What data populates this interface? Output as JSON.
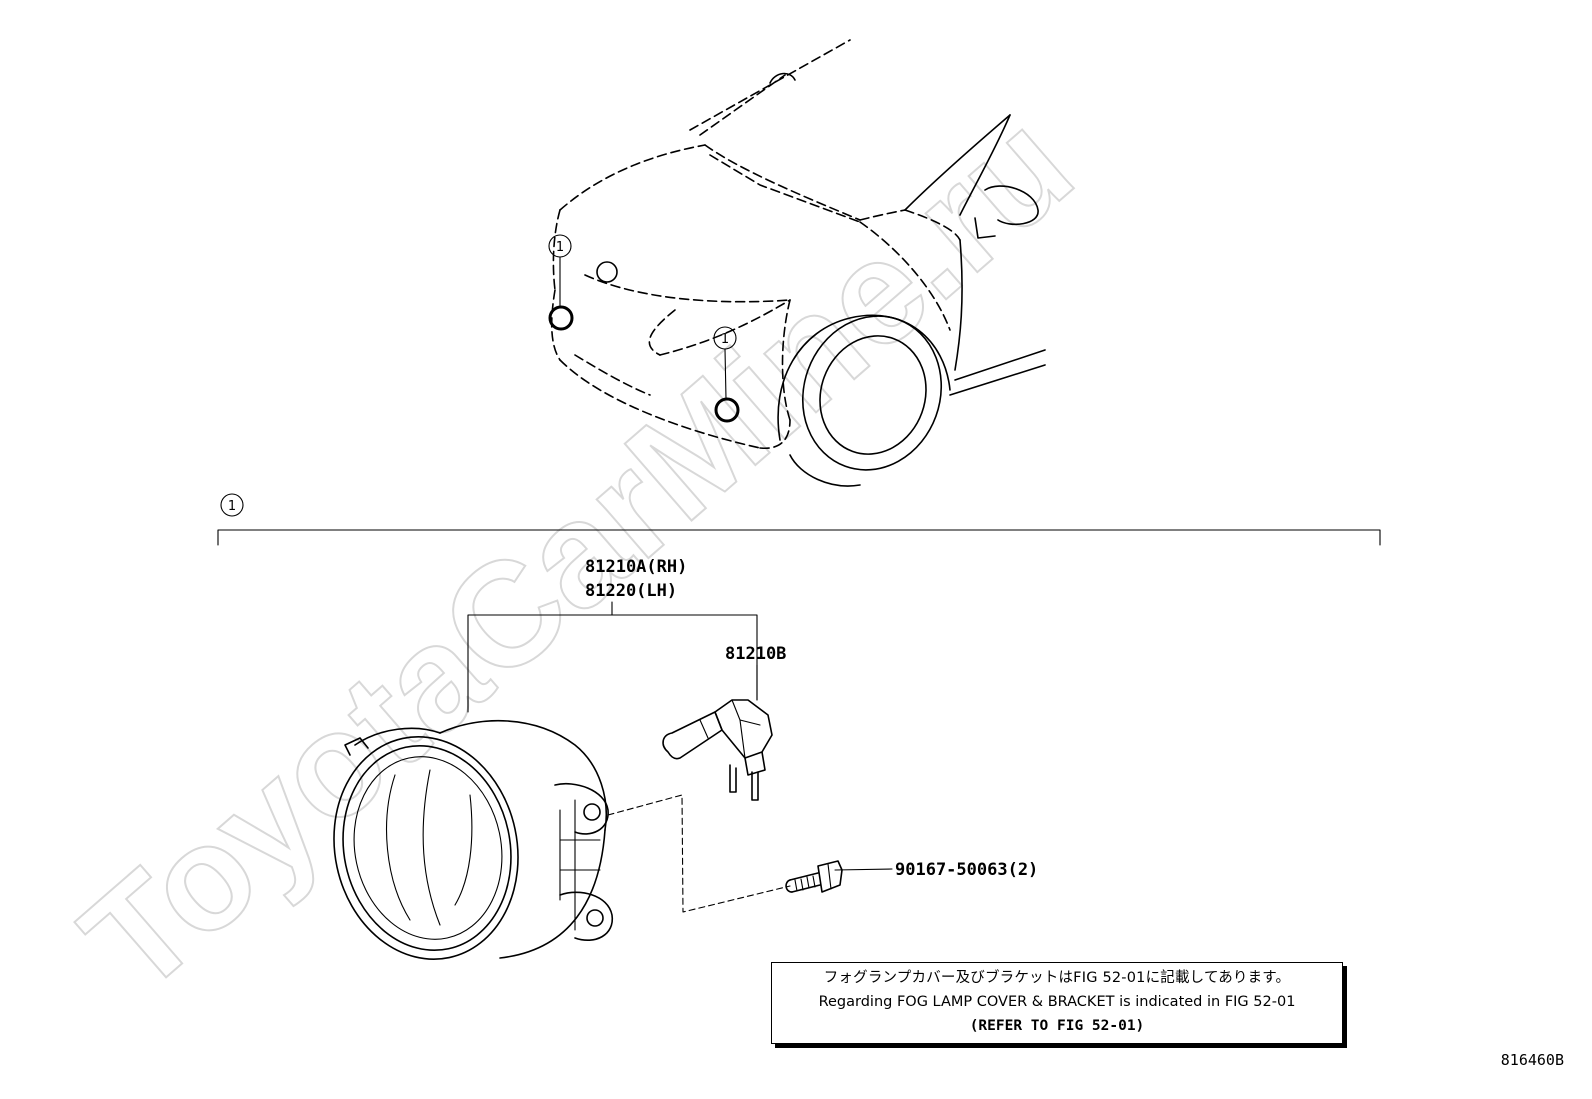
{
  "watermark": "ToyotaCarMine.ru",
  "callouts": {
    "ref_1": "1",
    "ref_1_car_left": "1",
    "ref_1_car_right": "1"
  },
  "parts": {
    "fog_lamp_rh": "81210A(RH)",
    "fog_lamp_lh": "81220(LH)",
    "bulb": "81210B",
    "screw": "90167-50063(2)"
  },
  "note": {
    "line_jp": "フォグランプカバー及びブラケットはFIG 52-01に記載してあります。",
    "line_en": "Regarding FOG LAMP COVER & BRACKET is indicated in FIG 52-01",
    "line_ref": "(REFER TO FIG 52-01)"
  },
  "figure_number": "816460B"
}
